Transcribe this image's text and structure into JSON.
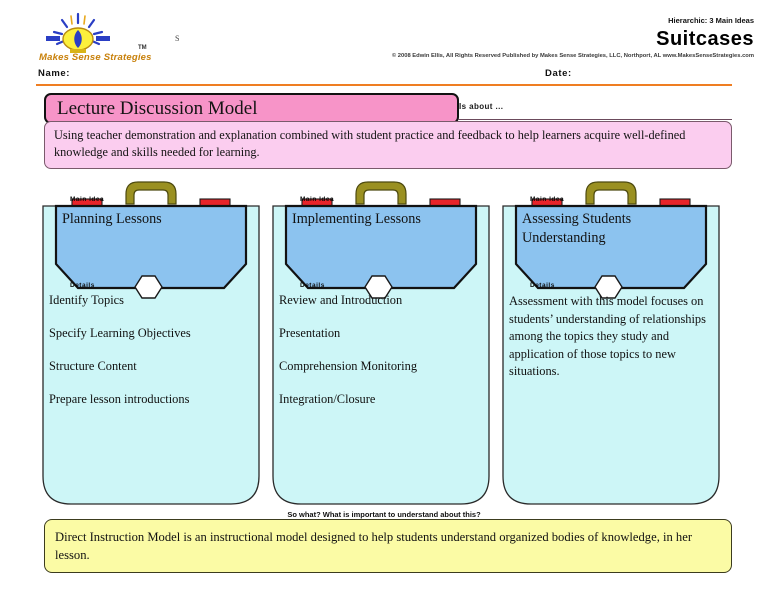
{
  "header": {
    "logo_caption": "Makes Sense Strategies",
    "tm_mark": "TM",
    "s_mark": "S",
    "hierarchic": "Hierarchic: 3 Main Ideas",
    "worksheet_title": "Suitcases",
    "copyright": "© 2008 Edwin Ellis, All Rights Reserved   Published by Makes Sense Strategies, LLC, Northport, AL   www.MakesSenseStrategies.com",
    "name_label": "Name:",
    "date_label": "Date:"
  },
  "title": {
    "banner_text": "Lecture Discussion Model",
    "is_about_label": "Is about ...",
    "description": "Using teacher demonstration and explanation combined with student practice and feedback to help learners acquire well-defined knowledge and skills needed for learning."
  },
  "cases": [
    {
      "main_idea_label": "Main Idea",
      "main_idea": "Planning Lessons",
      "details_label": "Details",
      "details": [
        "Identify Topics",
        "Specify Learning Objectives",
        "Structure Content",
        "Prepare lesson introductions"
      ],
      "details_paragraph": ""
    },
    {
      "main_idea_label": "Main Idea",
      "main_idea": "Implementing Lessons",
      "details_label": "Details",
      "details": [
        "Review and Introduction",
        "Presentation",
        "Comprehension Monitoring",
        "Integration/Closure"
      ],
      "details_paragraph": ""
    },
    {
      "main_idea_label": "Main Idea",
      "main_idea": "Assessing Students Understanding",
      "details_label": "Details",
      "details": [],
      "details_paragraph": "Assessment with this model focuses on students’ understanding of relationships among the topics they study and application of those topics to new situations."
    }
  ],
  "footer": {
    "so_what_label": "So what? What is important to understand about this?",
    "summary": "Direct Instruction Model is an instructional model designed to help students understand organized bodies of knowledge, in her lesson."
  },
  "colors": {
    "banner_pink": "#f794c8",
    "desc_pink": "#fbcdef",
    "case_top_blue": "#8cc3ef",
    "case_body_cyan": "#cdf6f7",
    "handle_olive": "#9a9021",
    "clasp_red": "#e8242a",
    "footer_yellow": "#fbfba5",
    "rule_orange": "#ef7e22",
    "logo_yellow": "#fcf03c",
    "logo_blue": "#2a3ec4"
  }
}
